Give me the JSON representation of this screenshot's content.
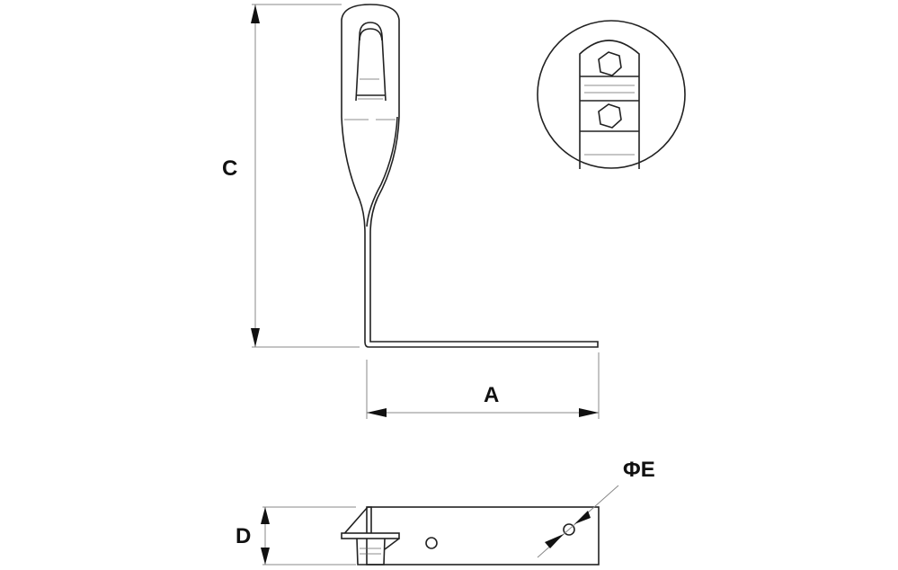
{
  "labels": {
    "a": "A",
    "c": "C",
    "d": "D",
    "e": "ΦE"
  }
}
